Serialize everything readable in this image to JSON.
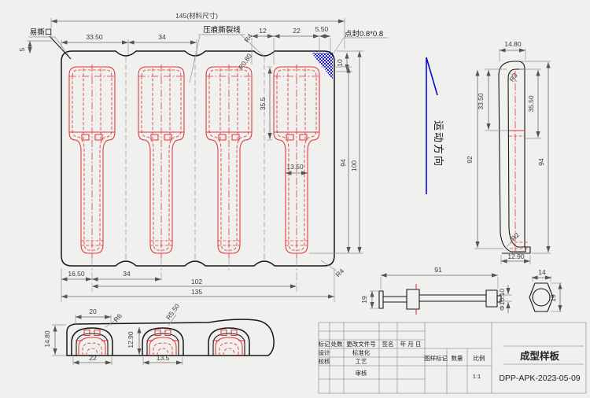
{
  "colors": {
    "background": "#f0f0ee",
    "outline": "#161616",
    "cavity_red": "#e23434",
    "direction_blue": "#0b0bd0",
    "dimension_gray": "#6b6b6b",
    "seal_blue": "#1616d6"
  },
  "labels": {
    "easy_tear": "易撕口",
    "material_size": "145(材料尺寸)",
    "crease_tear_line": "压痕撕裂线",
    "spot_seal": "点封0.8*0.8",
    "motion_direction": "运动方向"
  },
  "plan_view": {
    "dims": {
      "d5": "5",
      "d33_50": "33.50",
      "d34_top": "34",
      "d12": "12",
      "d22": "22",
      "d5_50": "5.50",
      "d10": "10",
      "d35_5": "35.5",
      "d13_50": "13.50",
      "d94": "94",
      "d100": "100",
      "d16_50": "16.50",
      "d34_bottom": "34",
      "d102": "102",
      "d135": "135",
      "r4_corner": "R4",
      "r4_notch": "R4",
      "r0_80": "R0.80"
    }
  },
  "side_view": {
    "dims": {
      "d14_80": "14.80",
      "r3": "R3",
      "d33_50": "33.50",
      "d35_50": "35.50",
      "d92": "92",
      "d94": "94",
      "r2": "R2",
      "d12_90": "12.90"
    }
  },
  "section_view": {
    "dims": {
      "d20": "20",
      "r6": "R6",
      "r5_50": "R5.50",
      "d14_80": "14.80",
      "d12_90": "12.90",
      "d22": "22",
      "d13_5": "13.5"
    }
  },
  "pin_view": {
    "dims": {
      "d91": "91",
      "d19_left": "19",
      "dia": "Φ10.10",
      "d14": "14",
      "d19_right": "19"
    }
  },
  "title_block": {
    "col_mark": "标记",
    "col_count": "处数",
    "col_doc": "更改文件号",
    "col_sign": "签名",
    "col_date": "年 月 日",
    "design": "设计",
    "check": "校核",
    "standardize": "标准化",
    "process": "工艺",
    "audit": "审核",
    "mark_header": "图样标记",
    "qty_header": "数量",
    "scale_header": "比例",
    "scale_value": "1:1",
    "part_name": "成型样板",
    "drawing_no": "DPP-APK-2023-05-09"
  }
}
